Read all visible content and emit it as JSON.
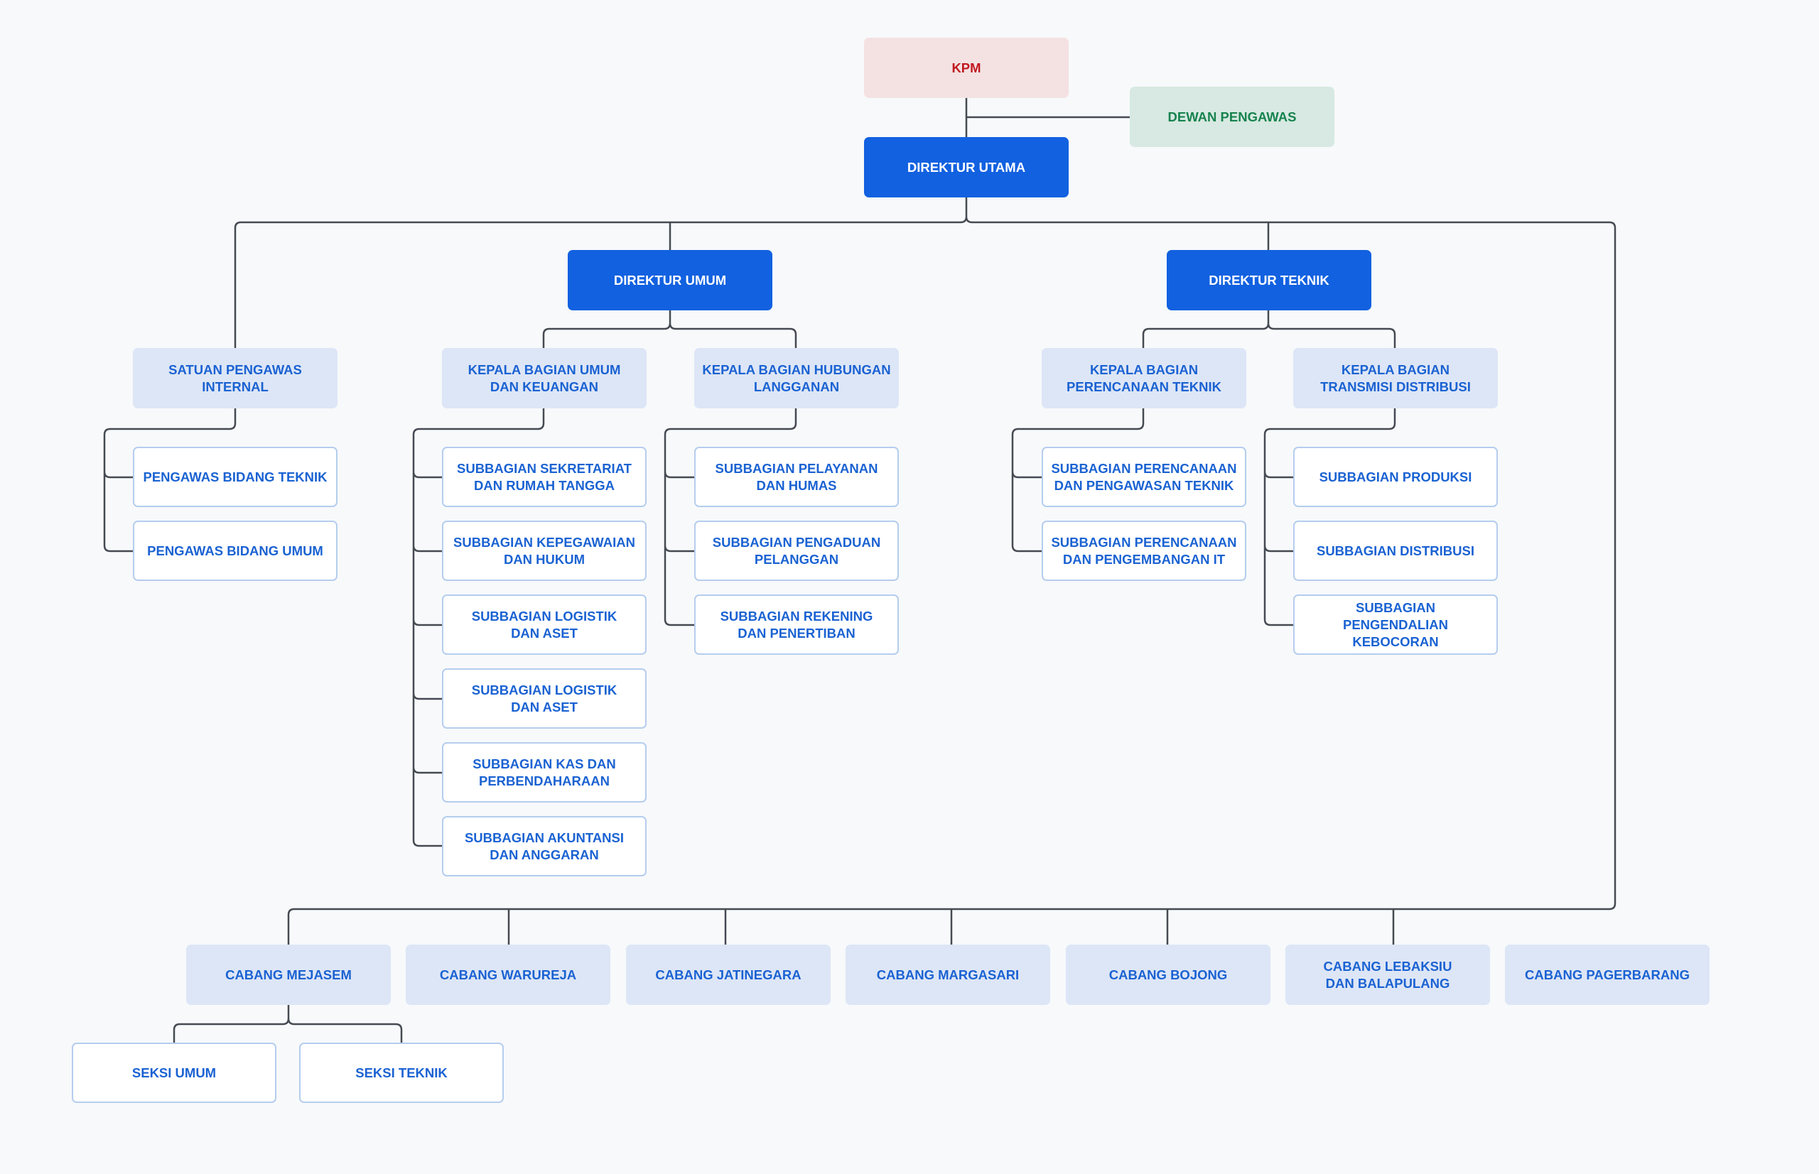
{
  "diagram": {
    "kpm": "KPM",
    "dewan_pengawas": "DEWAN PENGAWAS",
    "direktur_utama": "DIREKTUR UTAMA",
    "direktur_umum": "DIREKTUR UMUM",
    "direktur_teknik": "DIREKTUR TEKNIK",
    "satuan_pengawas_internal": "SATUAN PENGAWAS\nINTERNAL",
    "pengawas_bidang_teknik": "PENGAWAS BIDANG TEKNIK",
    "pengawas_bidang_umum": "PENGAWAS BIDANG UMUM",
    "kabag_umum_keuangan": "KEPALA BAGIAN UMUM\nDAN KEUANGAN",
    "kabag_hubungan_langganan": "KEPALA BAGIAN HUBUNGAN\nLANGGANAN",
    "kabag_perencanaan_teknik": "KEPALA BAGIAN\nPERENCANAAN TEKNIK",
    "kabag_transmisi_distribusi": "KEPALA BAGIAN\nTRANSMISI DISTRIBUSI",
    "umum_subs": [
      "SUBBAGIAN SEKRETARIAT\nDAN RUMAH TANGGA",
      "SUBBAGIAN KEPEGAWAIAN\nDAN HUKUM",
      "SUBBAGIAN LOGISTIK\nDAN ASET",
      "SUBBAGIAN LOGISTIK\nDAN ASET",
      "SUBBAGIAN KAS DAN\nPERBENDAHARAAN",
      "SUBBAGIAN AKUNTANSI\nDAN ANGGARAN"
    ],
    "hubungan_subs": [
      "SUBBAGIAN PELAYANAN\nDAN HUMAS",
      "SUBBAGIAN PENGADUAN\nPELANGGAN",
      "SUBBAGIAN REKENING\nDAN PENERTIBAN"
    ],
    "perencanaan_subs": [
      "SUBBAGIAN PERENCANAAN\nDAN PENGAWASAN TEKNIK",
      "SUBBAGIAN PERENCANAAN\nDAN PENGEMBANGAN IT"
    ],
    "transmisi_subs": [
      "SUBBAGIAN PRODUKSI",
      "SUBBAGIAN DISTRIBUSI",
      "SUBBAGIAN PENGENDALIAN\nKEBOCORAN"
    ],
    "cabang": [
      "CABANG MEJASEM",
      "CABANG WARUREJA",
      "CABANG JATINEGARA",
      "CABANG MARGASARI",
      "CABANG BOJONG",
      "CABANG LEBAKSIU\nDAN BALAPULANG",
      "CABANG PAGERBARANG"
    ],
    "seksi": [
      "SEKSI UMUM",
      "SEKSI TEKNIK"
    ]
  }
}
